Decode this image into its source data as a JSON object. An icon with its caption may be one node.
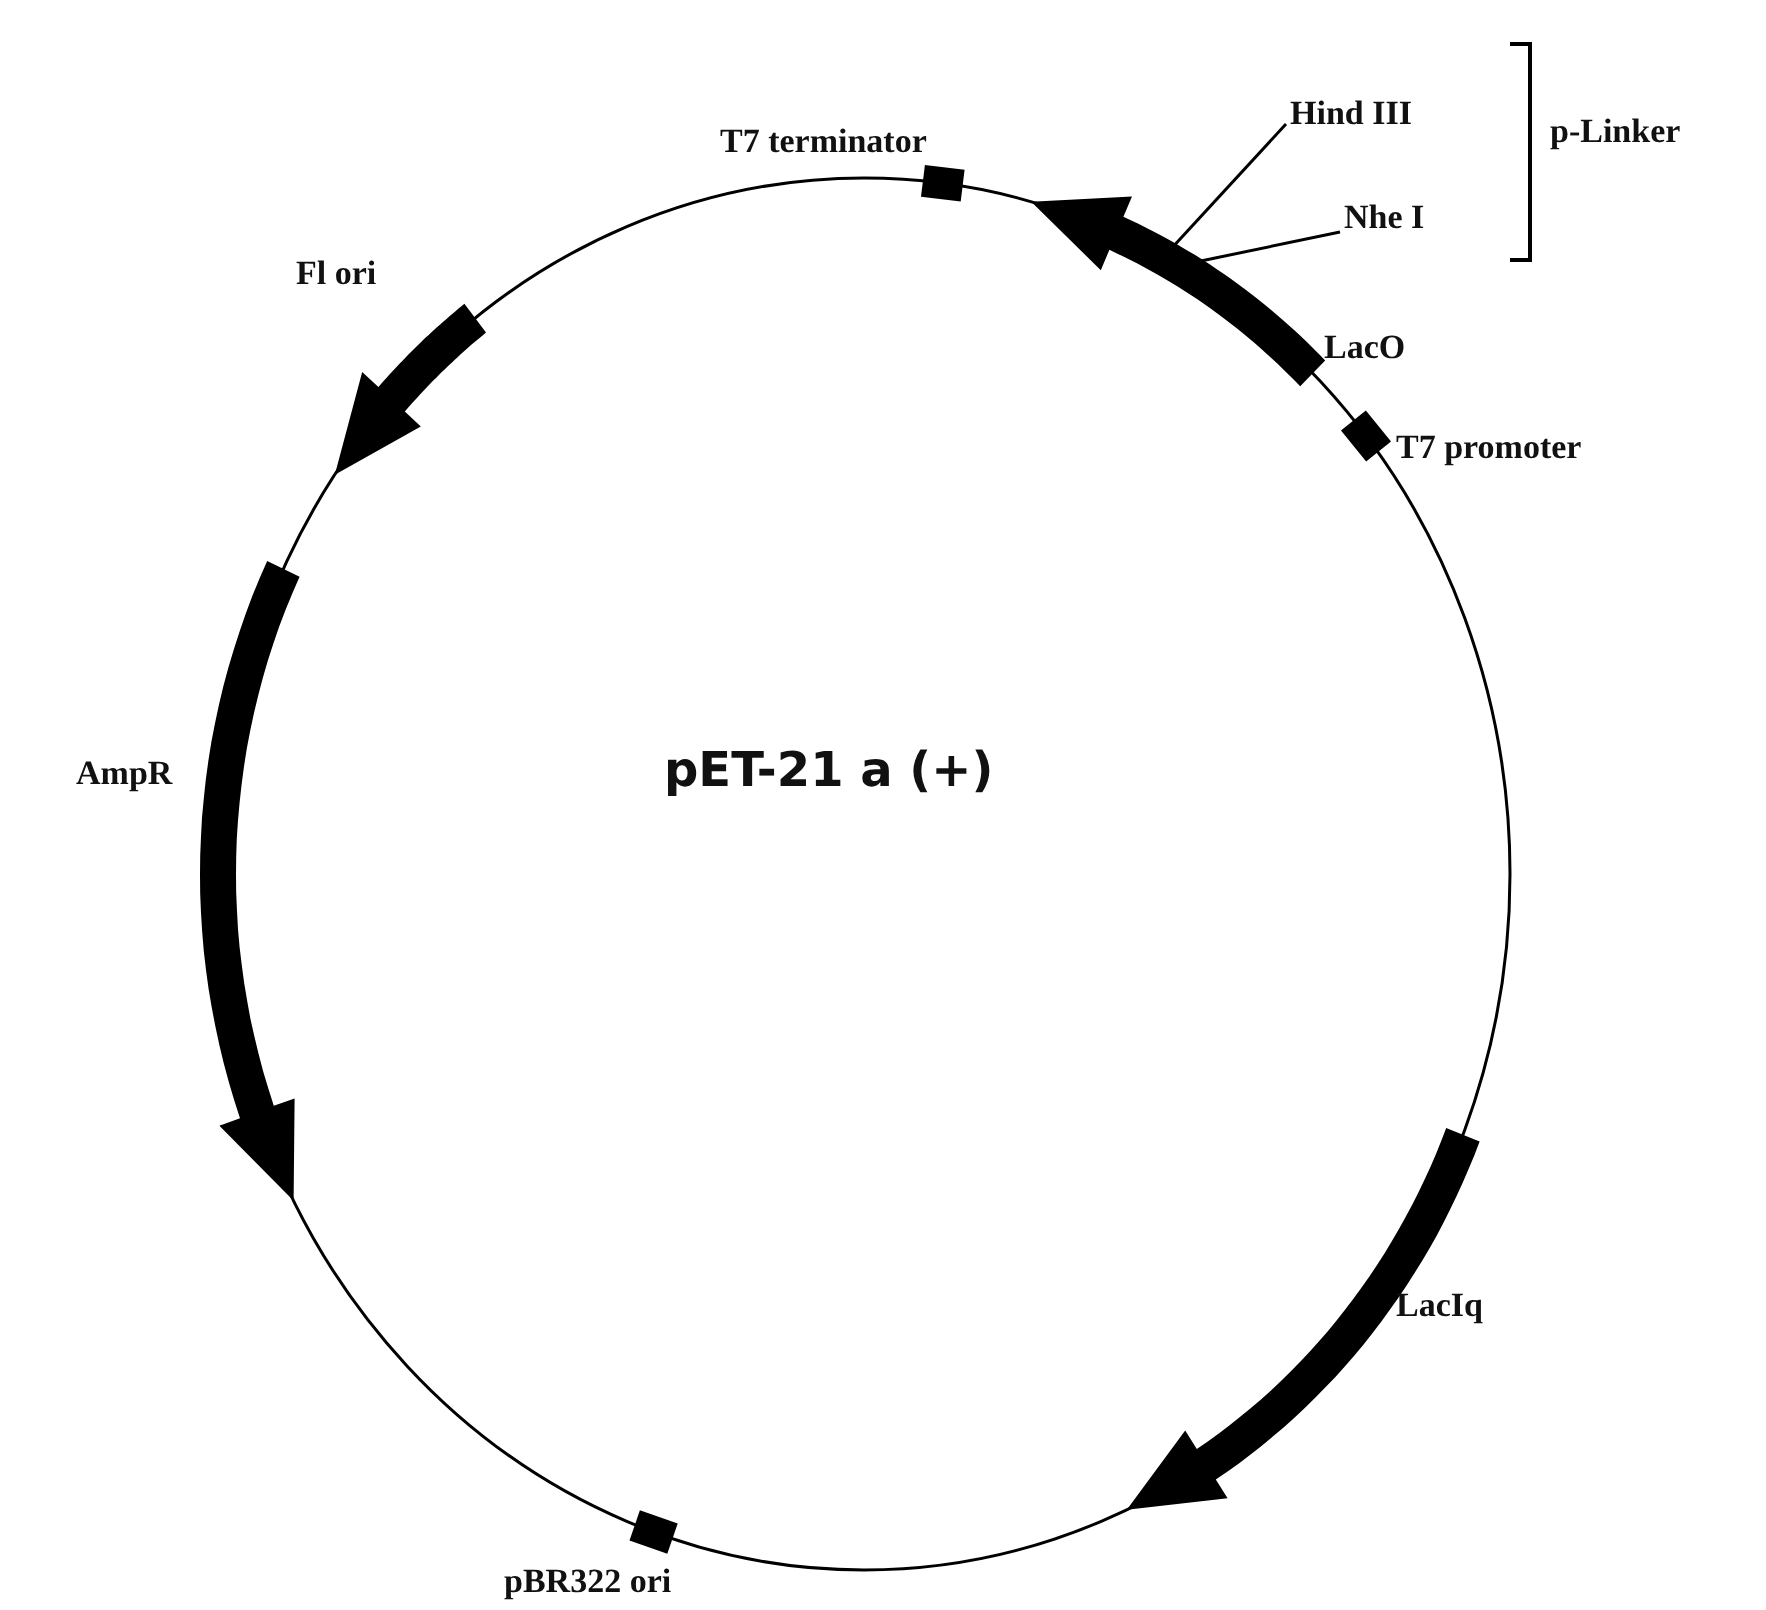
{
  "diagram": {
    "nodes": [
      {
        "text": [
          "Hind III"
        ]
      },
      {
        "text": [
          "Nhe I"
        ]
      }
    ],
    "edges": [
      {
        "from": 0,
        "to": null,
        "arrow": "none"
      },
      {
        "from": 1,
        "to": null,
        "arrow": "none"
      }
    ],
    "labels": [
      "T7 terminator",
      "p-Linker",
      "Fl ori",
      "LacO",
      "T7 promoter",
      "pET-21 a (+)",
      "AmpR",
      "LacIq",
      "pBR322 ori"
    ]
  }
}
